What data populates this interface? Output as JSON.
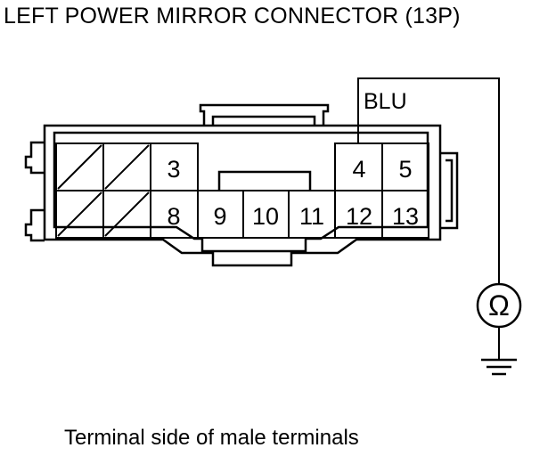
{
  "title": "LEFT POWER MIRROR CONNECTOR (13P)",
  "wire_color": "BLU",
  "meter_symbol": "Ω",
  "caption": "Terminal side of male terminals",
  "terminals": {
    "t3": "3",
    "t4": "4",
    "t5": "5",
    "t8": "8",
    "t9": "9",
    "t10": "10",
    "t11": "11",
    "t12": "12",
    "t13": "13"
  },
  "icons": {
    "meter": "ohmmeter-icon",
    "ground": "ground-icon"
  }
}
